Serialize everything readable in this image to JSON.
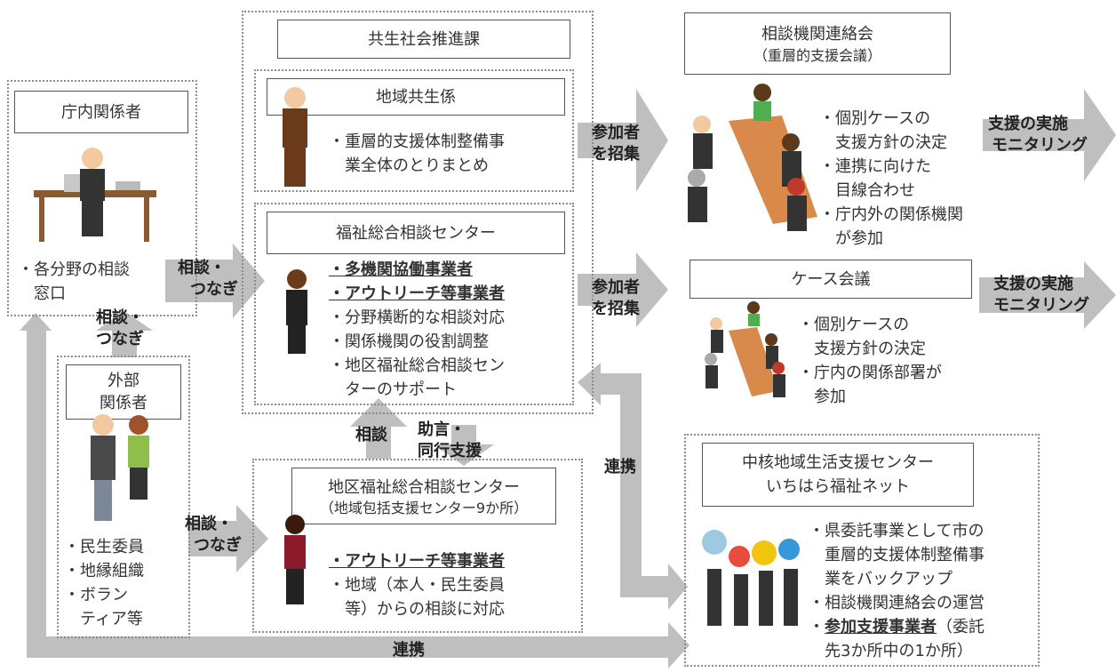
{
  "left_office": {
    "title": "庁内関係者",
    "desc": [
      "・各分野の相談",
      "　窓口"
    ]
  },
  "external": {
    "title": [
      "外部",
      "関係者"
    ],
    "items": [
      "・民生委員",
      "・地縁組織",
      "・ボラン",
      "　ティア等"
    ]
  },
  "center_group": {
    "header": "共生社会推進課",
    "section1_title": "地域共生係",
    "section1_items": [
      "・重層的支援体制整備事",
      "　業全体のとりまとめ"
    ],
    "section2_title": "福祉総合相談センター",
    "section2_bold": [
      "・多機関協働事業者",
      "・アウトリーチ等事業者"
    ],
    "section2_items": [
      "・分野横断的な相談対応",
      "・関係機関の役割調整",
      "・地区福祉総合相談セン",
      "　ターのサポート"
    ]
  },
  "district_center": {
    "title": "地区福祉総合相談センター",
    "subtitle": "（地域包括支援センター9か所）",
    "bold": "・アウトリーチ等事業者",
    "items": [
      "・地域（本人・民生委員",
      "　等）からの相談に対応"
    ]
  },
  "conference": {
    "title": "相談機関連絡会",
    "subtitle": "（重層的支援会議）",
    "items": [
      "・個別ケースの",
      "　支援方針の決定",
      "・連携に向けた",
      "　目線合わせ",
      "・庁内外の関係機関",
      "　が参加"
    ]
  },
  "case_meeting": {
    "title": "ケース会議",
    "items": [
      "・個別ケースの",
      "　支援方針の決定",
      "・庁内の関係部署が",
      "　参加"
    ]
  },
  "core_center": {
    "title": [
      "中核地域生活支援センター",
      "いちはら福祉ネット"
    ],
    "items": [
      "・県委託事業として市の",
      "　重層的支援体制整備事",
      "　業をバックアップ",
      "・相談機関連絡会の運営"
    ],
    "bold_item": "参加支援事業者",
    "bold_item_prefix": "・",
    "bold_item_suffix": "（委託",
    "last_line": "　先3か所中の1か所）"
  },
  "arrows": {
    "consult_connect_1": [
      "相談・",
      "つなぎ"
    ],
    "consult_connect_up": [
      "相談・",
      "つなぎ"
    ],
    "consult_connect_2": [
      "相談・",
      "つなぎ"
    ],
    "recruit_1": [
      "参加者",
      "を招集"
    ],
    "recruit_2": [
      "参加者",
      "を招集"
    ],
    "support_1": [
      "支援の実施",
      "モニタリング"
    ],
    "support_2": [
      "支援の実施",
      "モニタリング"
    ],
    "consult": "相談",
    "advice": [
      "助言・",
      "同行支援"
    ],
    "cooperation_1": "連携",
    "cooperation_2": "連携"
  },
  "colors": {
    "arrow": "#bfbfbf",
    "border": "#8c8c8c",
    "table": "#d9894a",
    "text": "#333333"
  }
}
